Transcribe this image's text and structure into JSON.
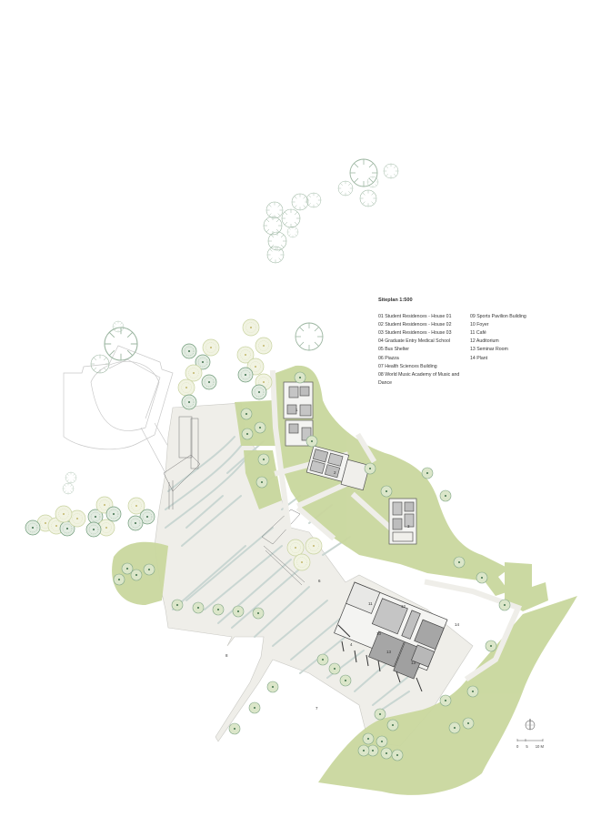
{
  "title": "Siteplan 1:500",
  "legend": {
    "column1": [
      "01 Student Residences - House 01",
      "02 Student Residences - House 02",
      "03 Student Residences - House 03",
      "04 Graduate Entry Medical School",
      "05 Bus Shelter",
      "06 Piazza",
      "07 Health Sciences Building",
      "08 World Music Academy of Music and Dance"
    ],
    "column2": [
      "09 Sports Pavilion Building",
      "10 Foyer",
      "11 Café",
      "12 Auditorium",
      "13 Seminar Room",
      "14 Plant"
    ]
  },
  "scale_bar": {
    "north_symbol": "north-arrow",
    "labels": [
      "0",
      "5",
      "10 M"
    ]
  },
  "plan_labels": {
    "building_numbers": [
      "11",
      "12",
      "13",
      "13",
      "14",
      "10",
      "4",
      "1",
      "2",
      "3",
      "6",
      "7",
      "8"
    ]
  },
  "colors": {
    "paving": "#efeee9",
    "lawn": "#c9d79e",
    "lawn_dark": "#b5c886",
    "tree_dark": "#6e9a78",
    "tree_light": "#d6dfae",
    "building": "#bdbdbd",
    "building_dark": "#9c9c9c",
    "outline": "#555555"
  }
}
